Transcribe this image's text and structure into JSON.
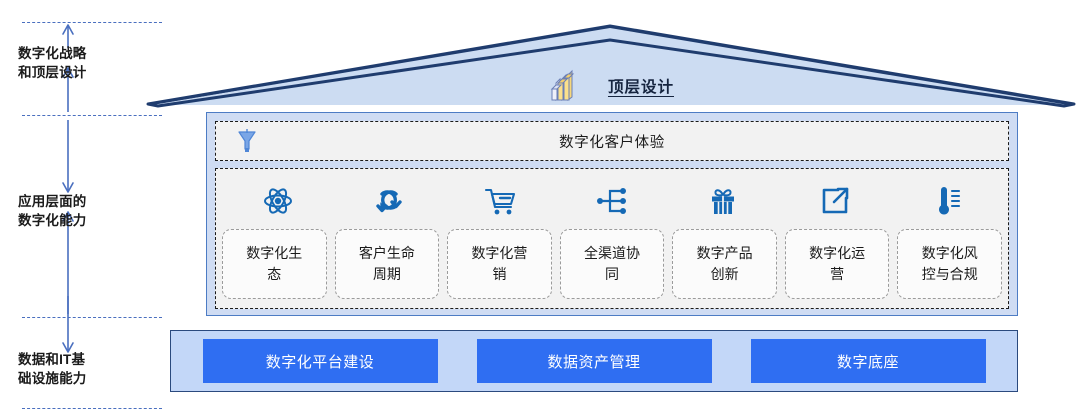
{
  "colors": {
    "roof_outline": "#1f3c6e",
    "roof_fill": "#ccdcf2",
    "mid_panel_bg": "#cfdcf3",
    "mid_panel_border": "#4d7cc4",
    "inner_panel_bg": "#f2f2f2",
    "icon_blue": "#1569b5",
    "funnel_blue": "#5b8fdd",
    "base_panel_bg": "#c3d7f8",
    "base_box_blue": "#2f6ef2",
    "arrow_blue": "#4a6fbf",
    "divider_blue": "#4a6fbf",
    "text_dark": "#1a1a1a"
  },
  "bands": [
    {
      "label": "数字化战略\n和顶层设计",
      "line1": "数字化战略",
      "line2": "和顶层设计"
    },
    {
      "label": "应用层面的\n数字化能力",
      "line1": "应用层面的",
      "line2": "数字化能力"
    },
    {
      "label": "数据和IT基\n础设施能力",
      "line1": "数据和IT基",
      "line2": "础设施能力"
    }
  ],
  "roof": {
    "title": "顶层设计",
    "icon": "bar-chart-3d-icon"
  },
  "customer_experience": {
    "title": "数字化客户体验",
    "icon": "funnel-icon"
  },
  "capabilities": [
    {
      "icon": "atom-icon",
      "line1": "数字化生",
      "line2": "态"
    },
    {
      "icon": "lifecycle-loop-icon",
      "line1": "客户生命",
      "line2": "周期"
    },
    {
      "icon": "shopping-cart-icon",
      "line1": "数字化营",
      "line2": "销"
    },
    {
      "icon": "share-network-icon",
      "line1": "全渠道协",
      "line2": "同"
    },
    {
      "icon": "gift-icon",
      "line1": "数字产品",
      "line2": "创新"
    },
    {
      "icon": "external-link-icon",
      "line1": "数字化运",
      "line2": "营"
    },
    {
      "icon": "thermometer-icon",
      "line1": "数字化风",
      "line2": "控与合规"
    }
  ],
  "base_items": [
    {
      "label": "数字化平台建设"
    },
    {
      "label": "数据资产管理"
    },
    {
      "label": "数字底座"
    }
  ]
}
